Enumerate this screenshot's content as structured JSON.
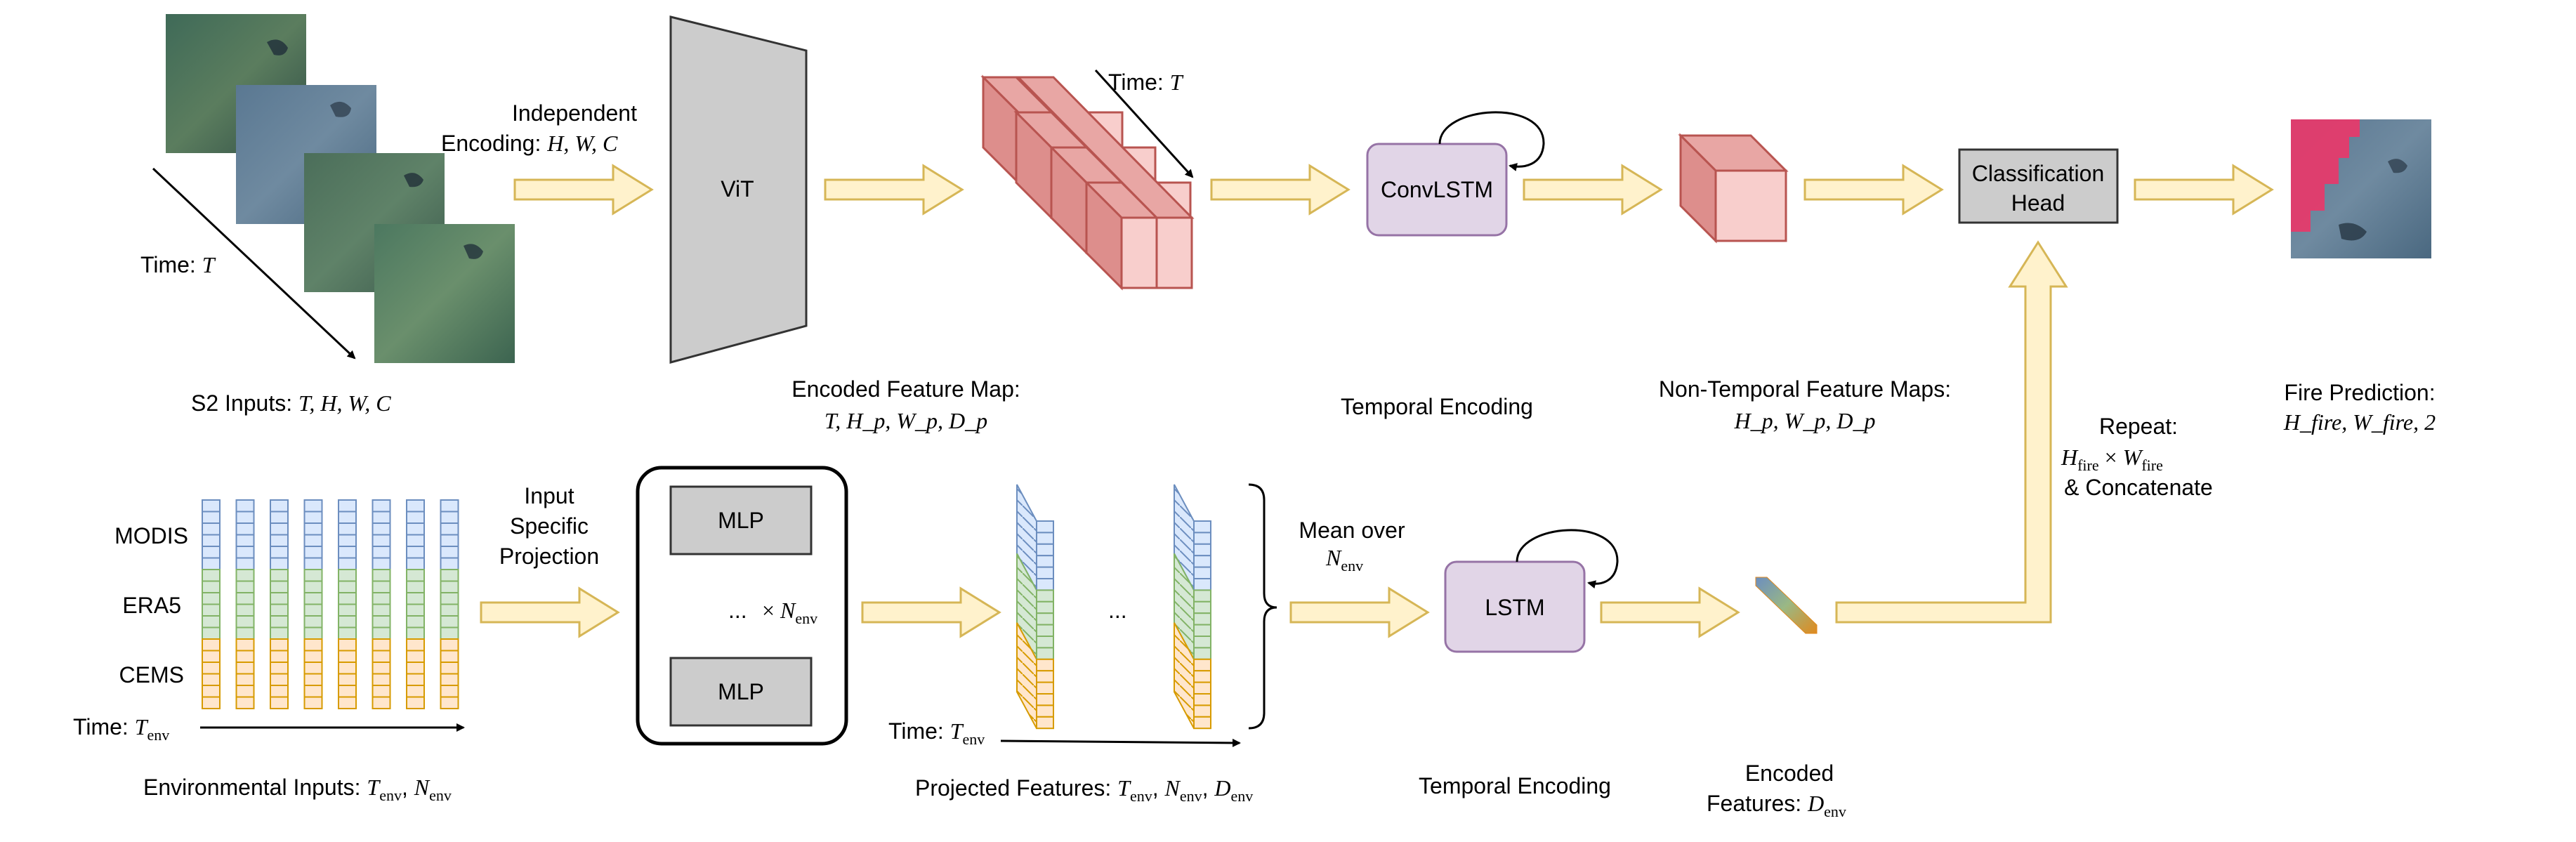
{
  "top": {
    "s2_time_label": "Time: ",
    "s2_time_var": "T",
    "s2_inputs_label": "S2 Inputs: ",
    "s2_inputs_vars": "T, H, W, C",
    "independent_encoding_line1": "Independent",
    "independent_encoding_line2": "Encoding: ",
    "independent_encoding_vars": "H, W, C",
    "vit_label": "ViT",
    "encoded_time_label": "Time: ",
    "encoded_time_var": "T",
    "encoded_feature_map_label": "Encoded Feature Map:",
    "encoded_feature_map_vars": "T, H_p, W_p, D_p",
    "convlstm_label": "ConvLSTM",
    "temporal_encoding_label": "Temporal Encoding",
    "non_temporal_label": "Non-Temporal Feature Maps:",
    "non_temporal_vars": "H_p, W_p, D_p",
    "classification_head_line1": "Classification",
    "classification_head_line2": "Head",
    "fire_prediction_label": "Fire Prediction:",
    "fire_prediction_vars": "H_fire, W_fire, 2"
  },
  "bottom": {
    "modis_label": "MODIS",
    "era5_label": "ERA5",
    "cems_label": "CEMS",
    "env_time_label": "Time: ",
    "env_inputs_label": "Environmental Inputs: ",
    "input_specific_line1": "Input",
    "input_specific_line2": "Specific",
    "input_specific_line3": "Projection",
    "mlp_top_label": "MLP",
    "mlp_bottom_label": "MLP",
    "mlp_repeat_dots": "...",
    "projected_dots": "...",
    "projected_time_label": "Time: ",
    "projected_features_label": "Projected Features: ",
    "mean_over_label": "Mean over",
    "lstm_label": "LSTM",
    "temporal_encoding_label": "Temporal Encoding",
    "encoded_features_line1": "Encoded",
    "encoded_features_line2": "Features: ",
    "repeat_label": "Repeat:",
    "concatenate_label": "& Concatenate"
  },
  "colors": {
    "modis": "#4a6fc4",
    "era5": "#5a9a2e",
    "cems": "#e08a1e",
    "arrow_fill": "#fff2cc",
    "arrow_stroke": "#d6b656",
    "red_fill": "#f8cecc",
    "red_stroke": "#b85450",
    "purple_fill": "#e1d5e7",
    "purple_stroke": "#9673a6",
    "gray_fill": "#cccccc",
    "fire_red": "#e8386a"
  }
}
